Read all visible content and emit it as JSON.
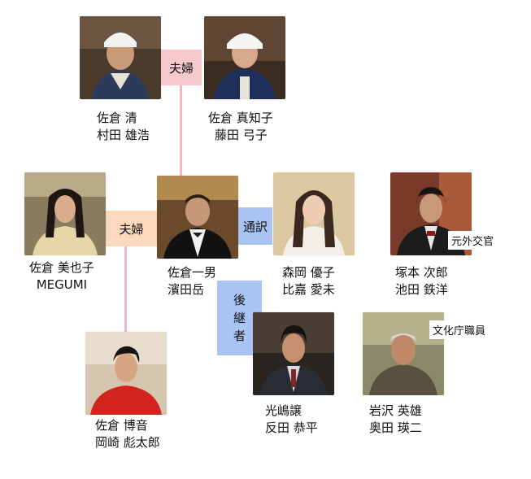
{
  "colors": {
    "spouse_pink": "#f6c9cf",
    "spouse_peach": "#fbd9bf",
    "interpreter_blue": "#a9c4f2",
    "successor_blue": "#a9c4f2",
    "line_pink": "#f2b9c2"
  },
  "relations": {
    "couple_top": "夫婦",
    "couple_mid": "夫婦",
    "interpreter": "通訳",
    "successor": [
      "後",
      "継",
      "者"
    ]
  },
  "people": {
    "kiyoshi": {
      "role": "佐倉 清",
      "actor": "村田 雄浩"
    },
    "machiko": {
      "role": "佐倉 真知子",
      "actor": "藤田 弓子"
    },
    "miyako": {
      "role": "佐倉 美也子",
      "actor": "MEGUMI"
    },
    "kazuo": {
      "role": "佐倉一男",
      "actor": "濱田岳"
    },
    "yuko": {
      "role": "森岡 優子",
      "actor": "比嘉 愛未"
    },
    "jiro": {
      "role": "塚本 次郎",
      "actor": "池田 鉄洋",
      "title": "元外交官"
    },
    "hiroto": {
      "role": "佐倉 博音",
      "actor": "岡崎 彪太郎"
    },
    "jo": {
      "role": "光嶋譲",
      "actor": "反田 恭平"
    },
    "eiyu": {
      "role": "岩沢 英雄",
      "actor": "奥田 瑛二",
      "title": "文化庁職員"
    }
  }
}
